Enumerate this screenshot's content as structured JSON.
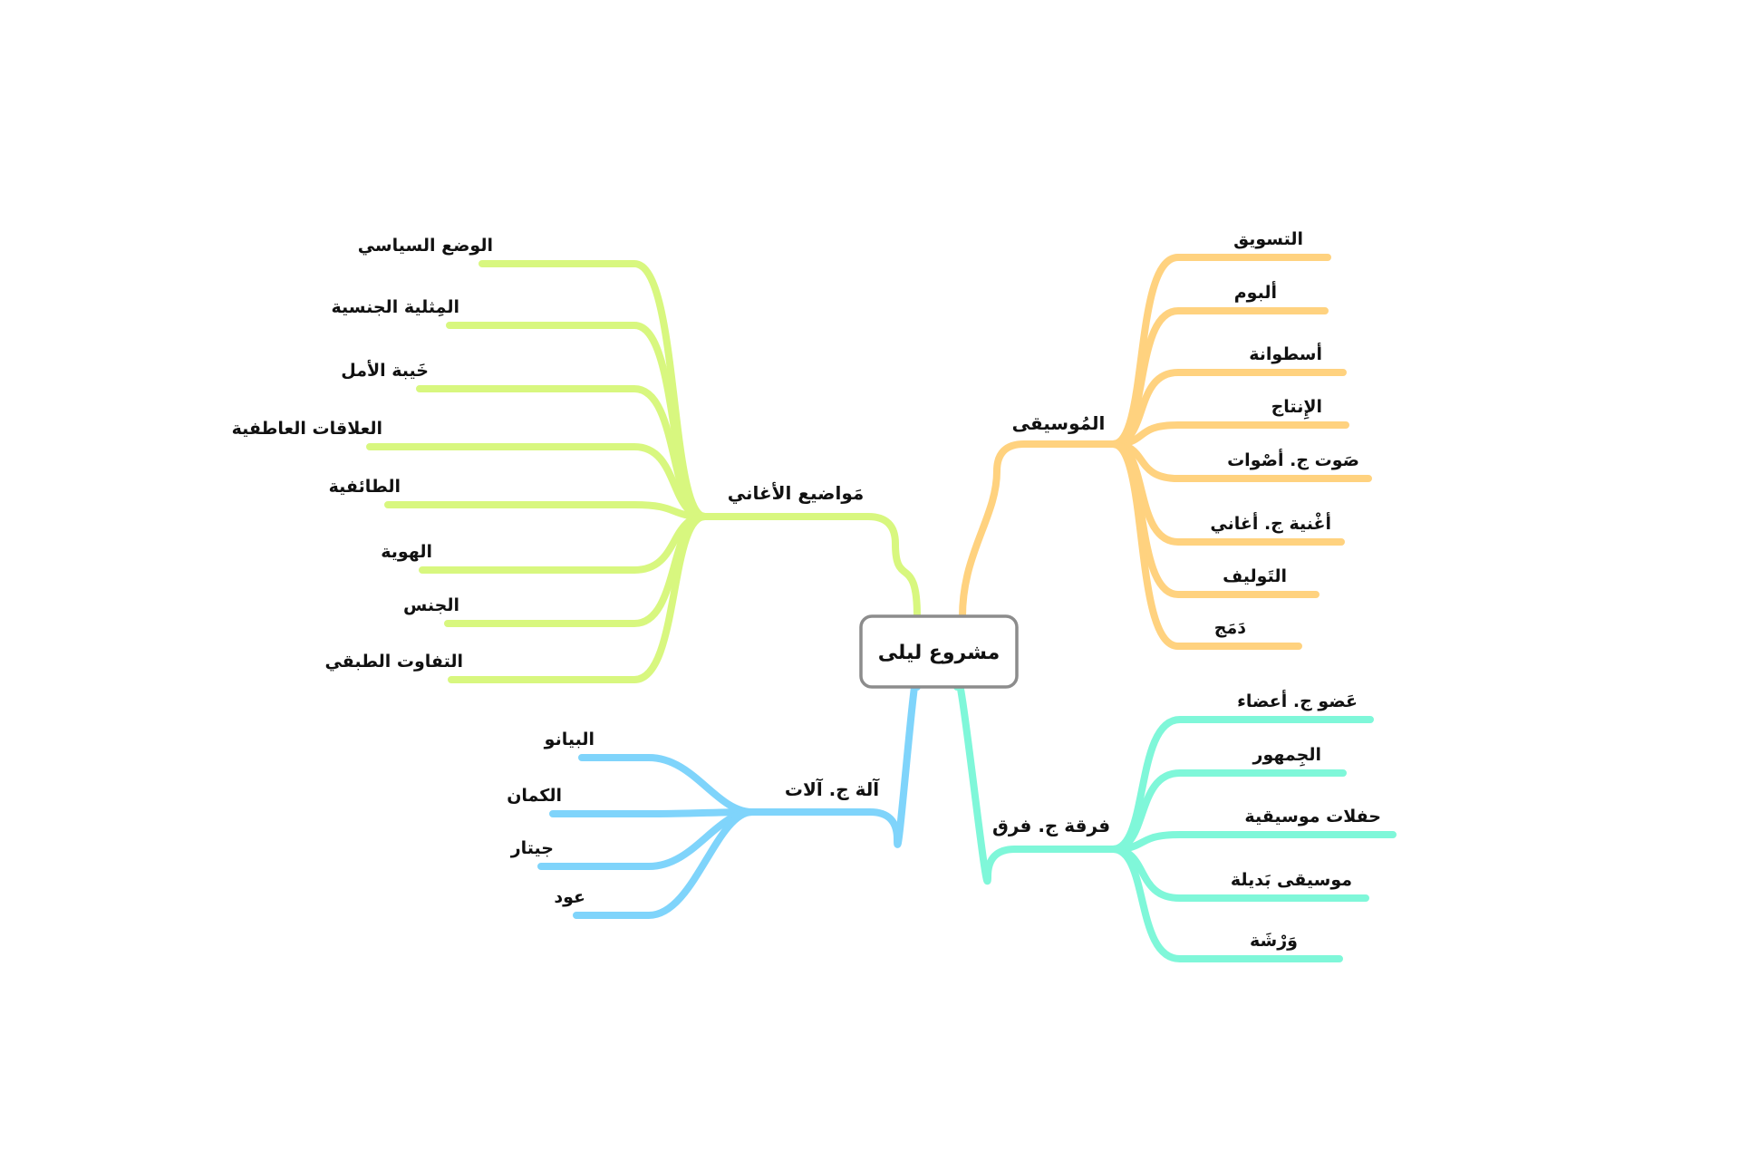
{
  "central_topic": {
    "label": "مشروع ليلى",
    "border_color": "#8c8c8c"
  },
  "branches": [
    {
      "key": "music",
      "label": "المُوسيقى",
      "color": "#ffd27f",
      "children": [
        "التسويق",
        "ألبوم",
        "أسطوانة",
        "الإِنتاج",
        "صَوت ج. أصْوات",
        "أغْنية ج. أغاني",
        "التَوليف",
        "دَمَج"
      ]
    },
    {
      "key": "band",
      "label": "فرقة ج. فرق",
      "color": "#7ff7d9",
      "children": [
        "عَضو ج. أعضاء",
        "الجِمهور",
        "حفلات موسيقية",
        "موسيقى بَديلة",
        "وَرْشَة"
      ]
    },
    {
      "key": "themes",
      "label": "مَواضيع الأغاني",
      "color": "#d8f77f",
      "children": [
        "الوضع السياسي",
        "المِثلية الجنسية",
        "خَيبة الأمل",
        "العلاقات العاطفية",
        "الطائفية",
        "الهوية",
        "الجنس",
        "التفاوت الطبقي"
      ]
    },
    {
      "key": "instruments",
      "label": "آلة ج. آلات",
      "color": "#7fd4fb",
      "children": [
        "البيانو",
        "الكمان",
        "جيتار",
        "عود"
      ]
    }
  ]
}
